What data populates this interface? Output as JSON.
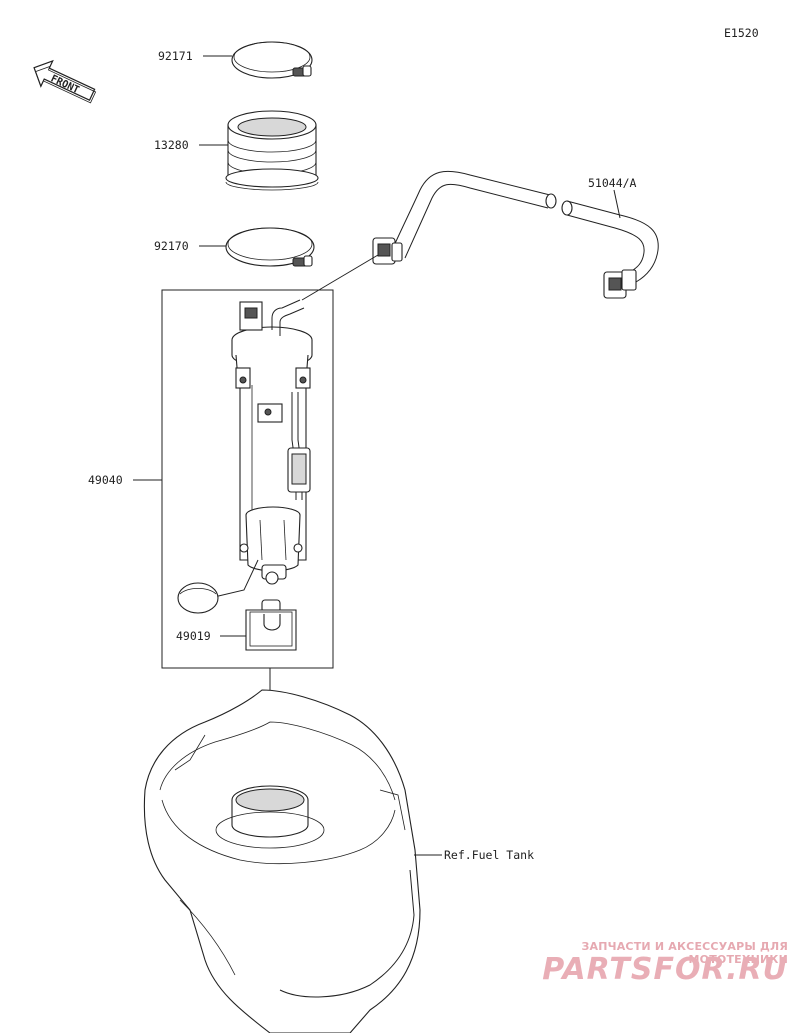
{
  "diagram_code": "E1520",
  "front_label": "FRONT",
  "parts": {
    "clamp_top": "92171",
    "gasket": "13280",
    "clamp_bottom": "92170",
    "fuel_hose": "51044/A",
    "fuel_pump_assembly": "49040",
    "filter": "49019"
  },
  "reference": "Ref.Fuel Tank",
  "watermark": {
    "line1": "ЗАПЧАСТИ И АКСЕССУАРЫ ДЛЯ МОТОТЕХНИКИ",
    "logo": "PARTSFOR.RU"
  }
}
